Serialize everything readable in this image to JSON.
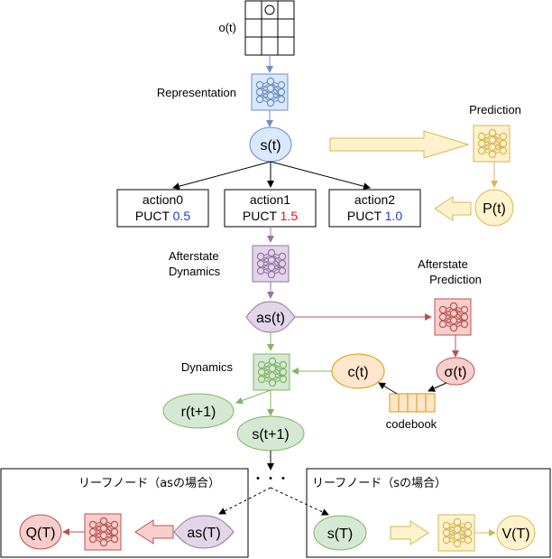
{
  "labels": {
    "obs": "o(t)",
    "representation": "Representation",
    "prediction": "Prediction",
    "afterstate_dynamics_1": "Afterstate",
    "afterstate_dynamics_2": "Dynamics",
    "afterstate_prediction_1": "Afterstate",
    "afterstate_prediction_2": "Prediction",
    "dynamics": "Dynamics",
    "codebook": "codebook",
    "ellipsis": "・・・"
  },
  "nodes": {
    "s_t": "s(t)",
    "p_t": "P(t)",
    "as_t": "as(t)",
    "sigma_t": "σ(t)",
    "c_t": "c(t)",
    "r_t1": "r(t+1)",
    "s_t1": "s(t+1)",
    "q_T": "Q(T)",
    "as_T": "as(T)",
    "s_T": "s(T)",
    "v_T": "V(T)"
  },
  "actions": [
    {
      "name": "action0",
      "puct_label": "PUCT",
      "puct_value": "0.5",
      "value_color": "#1a3fd6"
    },
    {
      "name": "action1",
      "puct_label": "PUCT",
      "puct_value": "1.5",
      "value_color": "#e0191e"
    },
    {
      "name": "action2",
      "puct_label": "PUCT",
      "puct_value": "1.0",
      "value_color": "#1a3fd6"
    }
  ],
  "leaf_boxes": {
    "left_title": "リーフノード（asの場合）",
    "right_title": "リーフノード（sの場合）"
  },
  "colors": {
    "blue_fill": "#dae8fc",
    "blue_stroke": "#6c8ebf",
    "yellow_fill": "#fff2cc",
    "yellow_stroke": "#d6b656",
    "purple_fill": "#e1d5e7",
    "purple_stroke": "#9673a6",
    "red_fill": "#f8cecc",
    "red_stroke": "#b85450",
    "green_fill": "#d5e8d4",
    "green_stroke": "#82b366",
    "orange_fill": "#ffe6cc",
    "orange_stroke": "#d79b00"
  }
}
